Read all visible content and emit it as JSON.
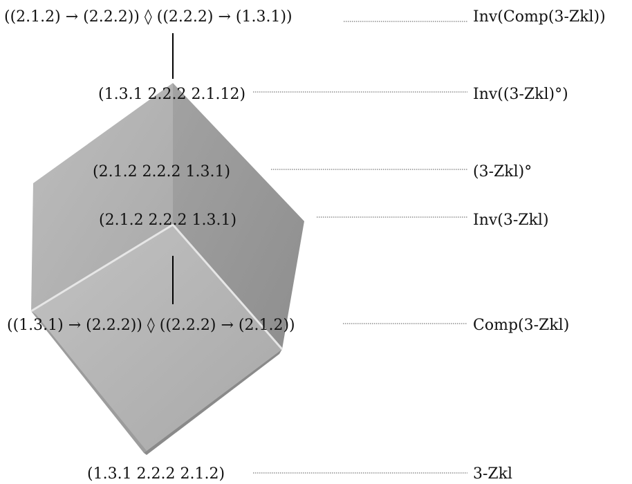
{
  "diagram": {
    "rows": [
      {
        "id": "inv-comp",
        "expression": "((2.1.2) → (2.2.2)) ◊ ((2.2.2) → (1.3.1))",
        "name": "Inv(Comp(3-Zkl))"
      },
      {
        "id": "inv-dual",
        "expression": "(1.3.1 2.2.2 2.1.12)",
        "name": "Inv((3-Zkl)°)"
      },
      {
        "id": "dual",
        "expression": "(2.1.2 2.2.2 1.3.1)",
        "name": "(3-Zkl)°"
      },
      {
        "id": "inv",
        "expression": "(2.1.2 2.2.2 1.3.1)",
        "name": "Inv(3-Zkl)"
      },
      {
        "id": "comp",
        "expression": "((1.3.1) → (2.2.2)) ◊ ((2.2.2) → (2.1.2))",
        "name": "Comp(3-Zkl)"
      },
      {
        "id": "base",
        "expression": "(1.3.1 2.2.2 2.1.2)",
        "name": "3-Zkl"
      }
    ],
    "colors": {
      "face_left": "#b3b3b3",
      "face_right": "#999999",
      "face_bottom": "#b8b8b8",
      "edge_highlight": "#e6e6e6",
      "text": "#111111",
      "leader": "#555555"
    }
  }
}
